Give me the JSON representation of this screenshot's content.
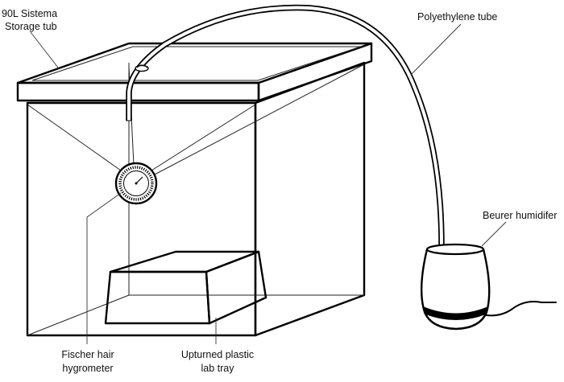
{
  "labels": {
    "storage_tub_line1": "90L Sistema",
    "storage_tub_line2": "Storage tub",
    "tube": "Polyethylene tube",
    "humidifier": "Beurer humidifer",
    "hygrometer_line1": "Fischer hair",
    "hygrometer_line2": "hygrometer",
    "tray_line1": "Upturned plastic",
    "tray_line2": "lab tray"
  },
  "colors": {
    "stroke": "#000000",
    "background": "#ffffff"
  }
}
